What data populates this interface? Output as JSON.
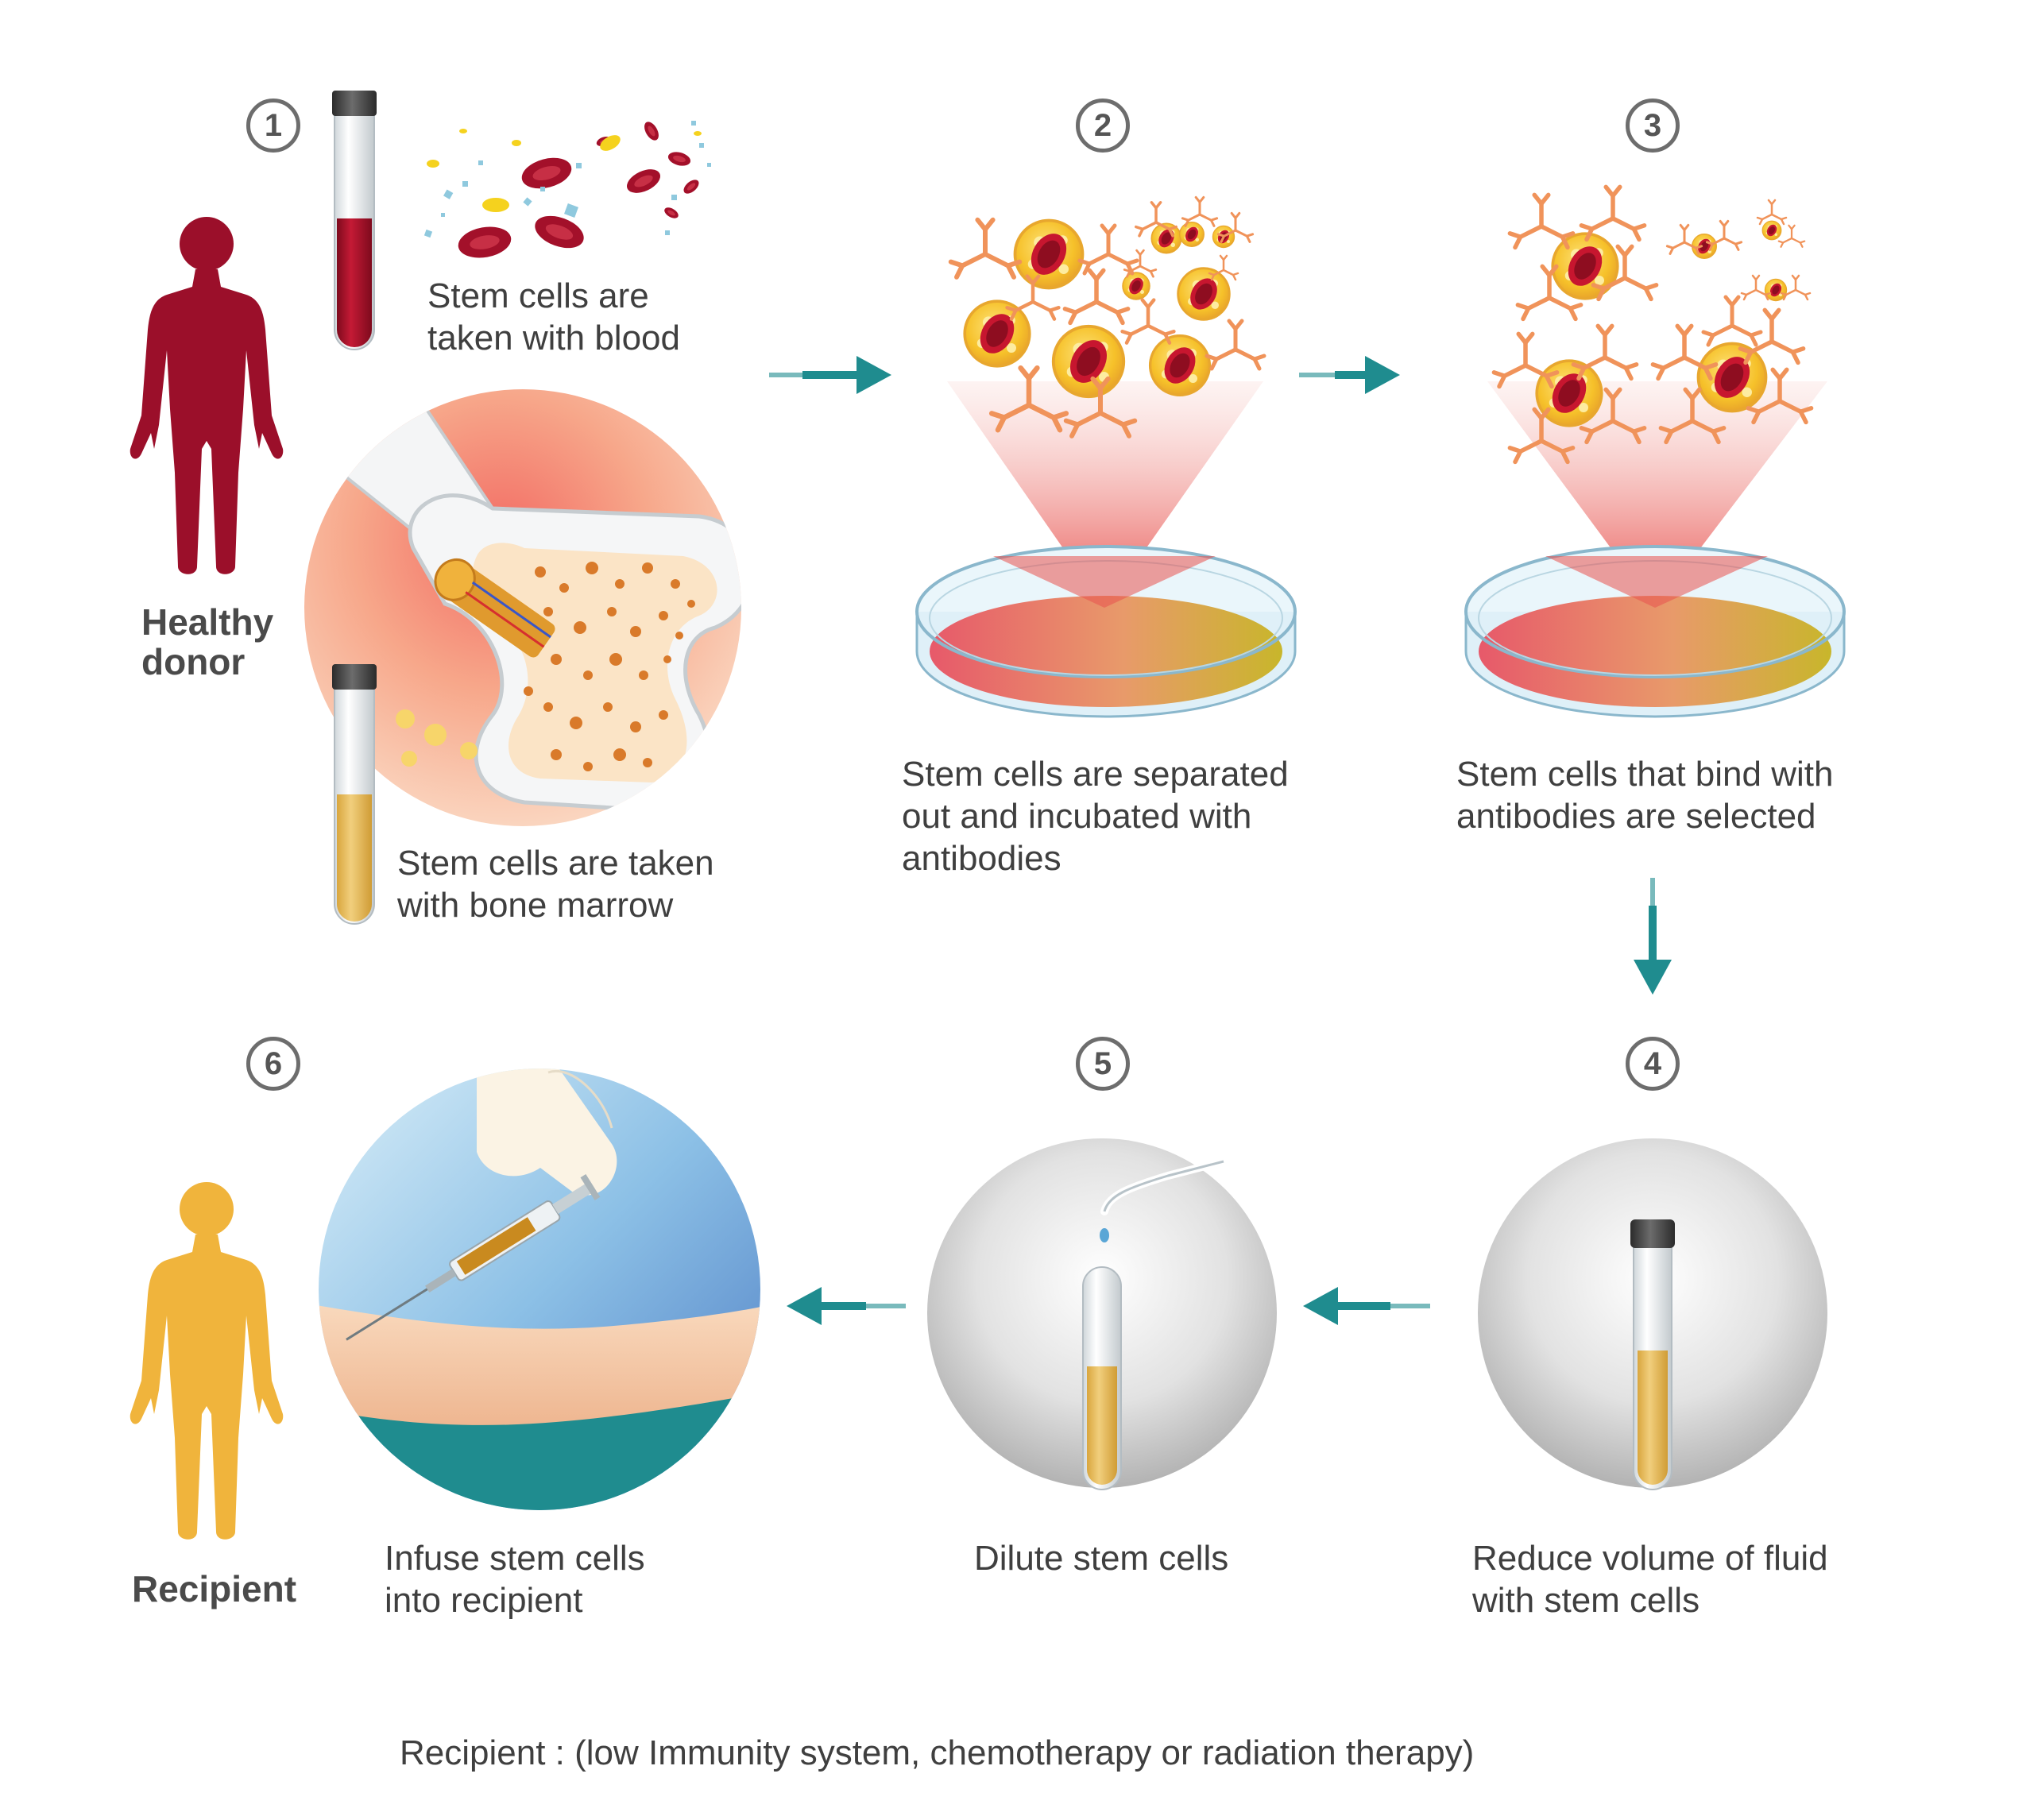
{
  "steps": [
    {
      "number": "1",
      "captions": [
        "Stem cells are\ntaken with blood",
        "Stem cells are taken\nwith bone marrow"
      ]
    },
    {
      "number": "2",
      "captions": [
        "Stem cells are separated\nout and incubated with\nantibodies"
      ]
    },
    {
      "number": "3",
      "captions": [
        "Stem cells that bind with\nantibodies are selected"
      ]
    },
    {
      "number": "4",
      "captions": [
        "Reduce volume of fluid\nwith stem cells"
      ]
    },
    {
      "number": "5",
      "captions": [
        "Dilute stem cells"
      ]
    },
    {
      "number": "6",
      "captions": [
        "Infuse stem cells\ninto recipient"
      ]
    }
  ],
  "figures": {
    "donor_label": "Healthy\ndonor",
    "recipient_label": "Recipient"
  },
  "footnote": "Recipient : (low Immunity system, chemotherapy or radiation therapy)",
  "colors": {
    "donor": "#9b0f2a",
    "recipient": "#f0b43c",
    "arrow": "#1f8c8f",
    "blood": "#a3102a",
    "stem_cell": "#f7c830",
    "antibody": "#f0935a",
    "number_ring": "#6d6d6d"
  },
  "icons": [
    "person-silhouette-icon",
    "test-tube-icon",
    "bone-marrow-icon",
    "petri-dish-icon",
    "stem-cell-icon",
    "antibody-icon",
    "pipette-icon",
    "syringe-icon",
    "arrow-icon"
  ]
}
